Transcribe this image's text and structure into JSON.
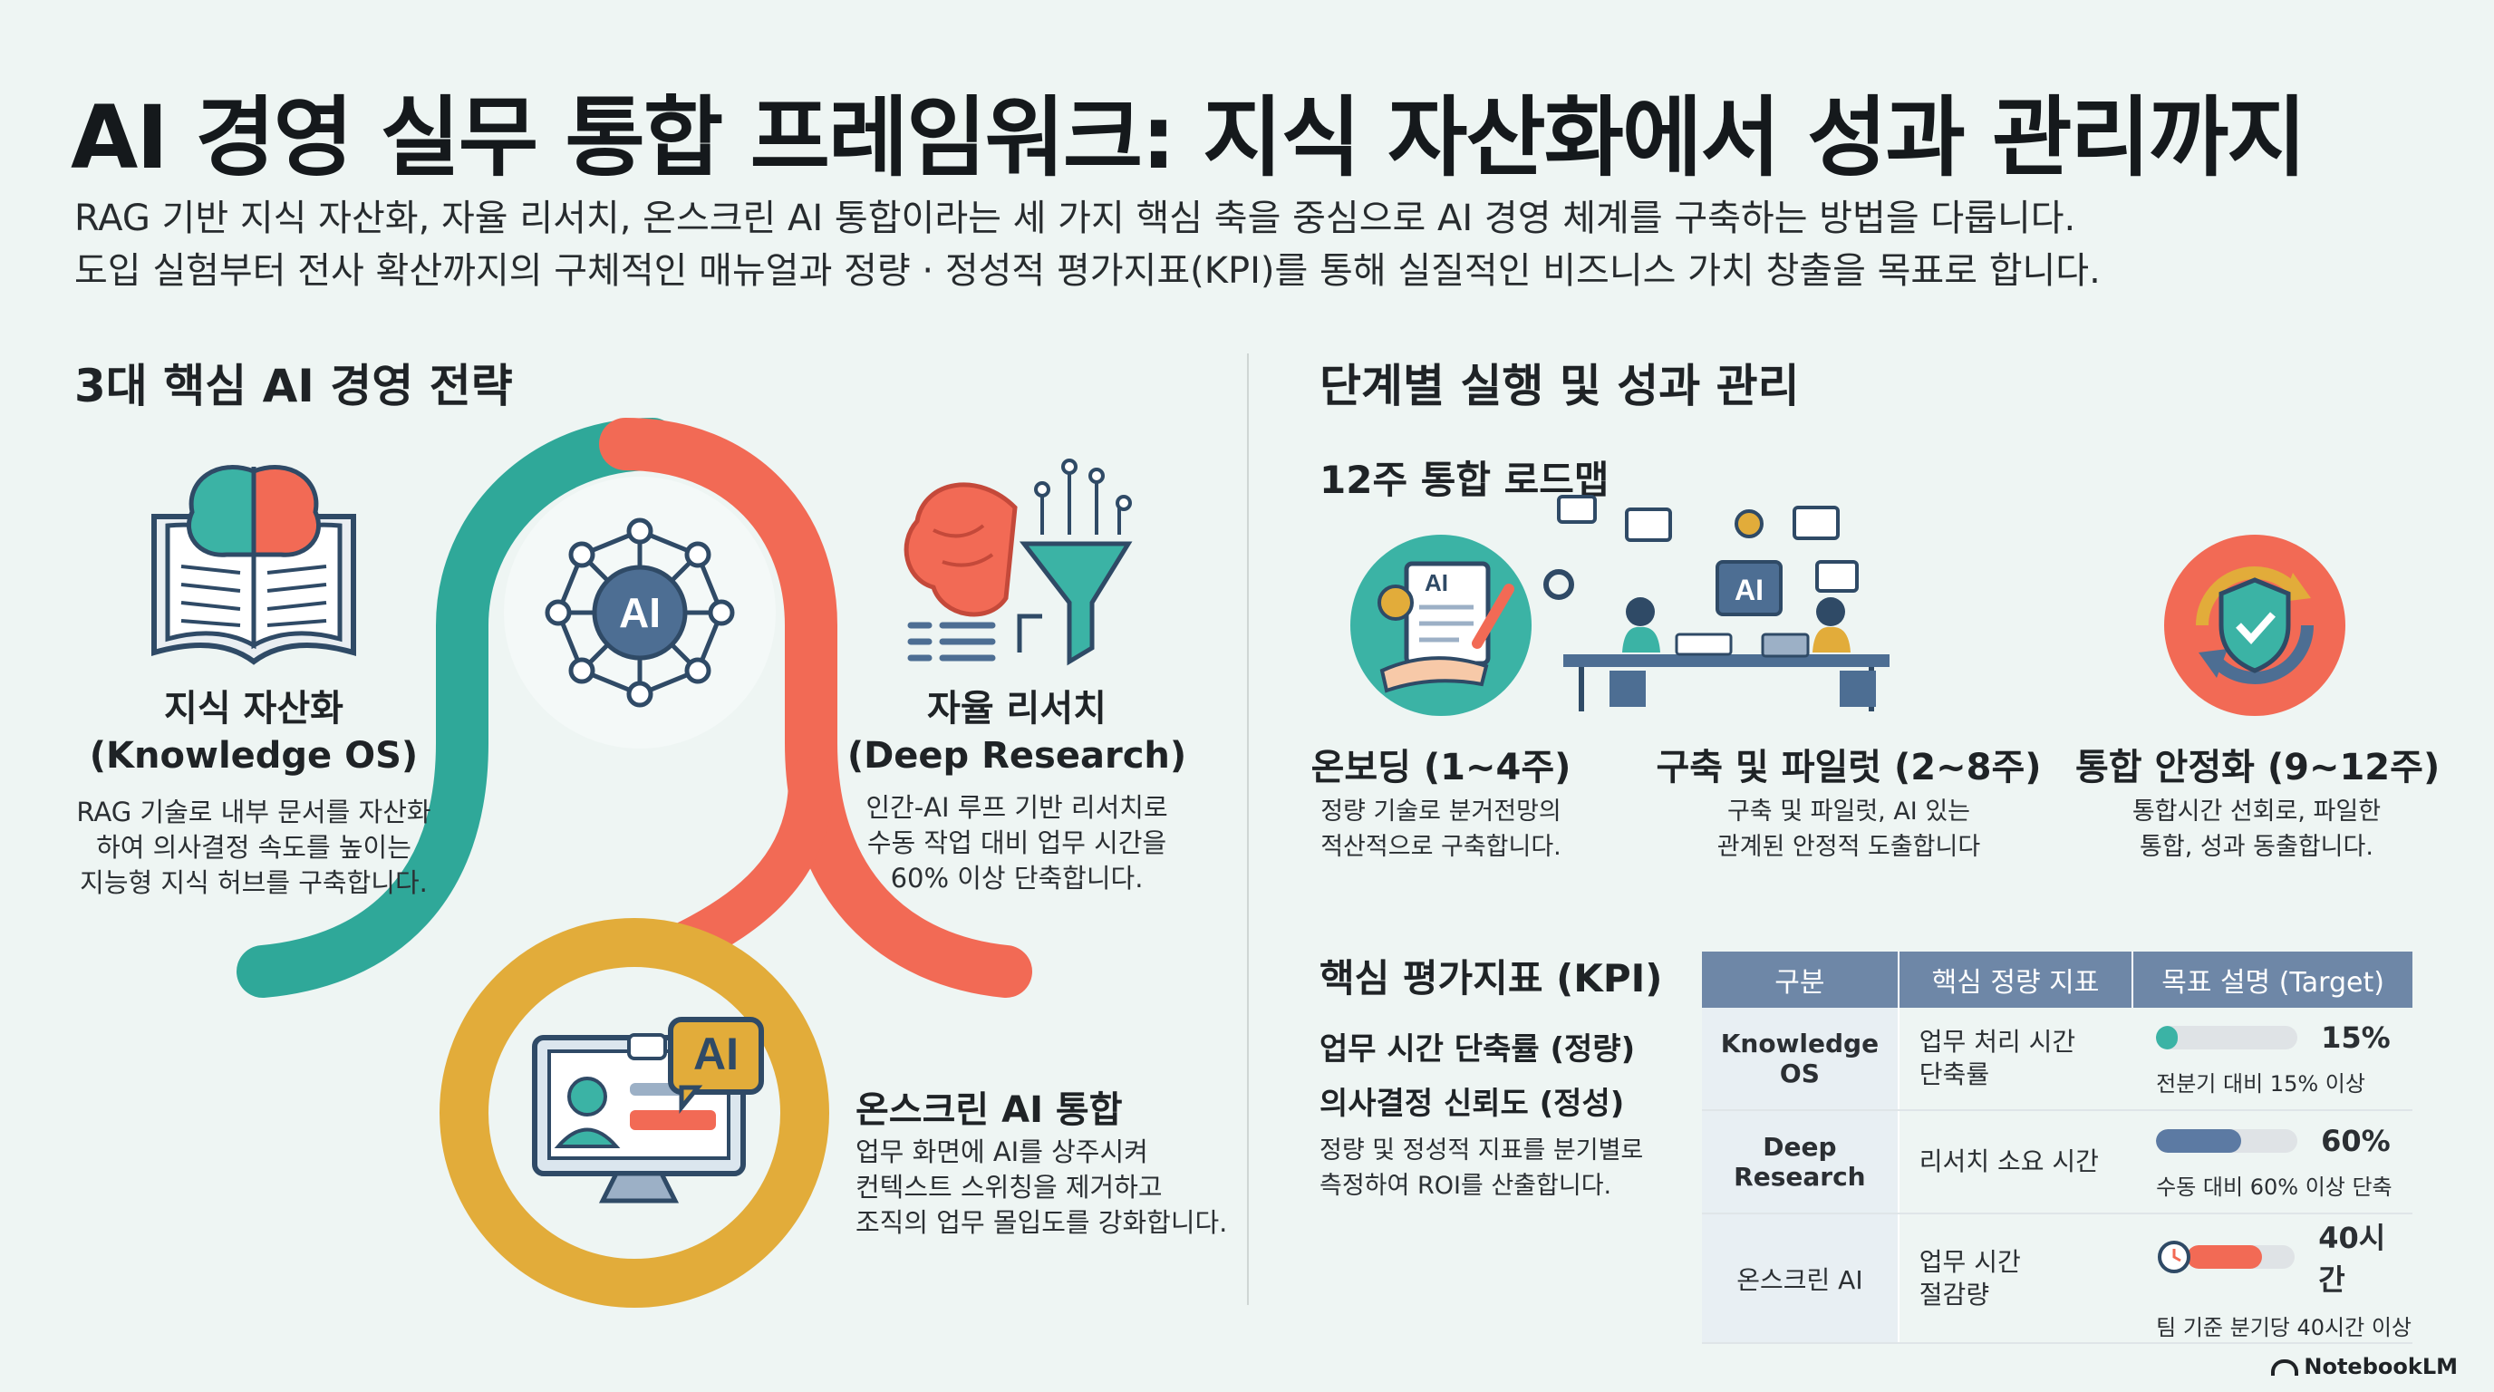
{
  "title": "AI 경영 실무 통합 프레임워크: 지식 자산화에서 성과 관리까지",
  "subtitle_1": "RAG 기반 지식 자산화, 자율 리서치, 온스크린 AI 통합이라는 세 가지 핵심 축을 중심으로 AI 경영 체계를 구축하는 방법을 다룹니다.",
  "subtitle_2": "도입 실험부터 전사 확산까지의 구체적인 매뉴얼과 정량 · 정성적 평가지표(KPI)를 통해 실질적인 비즈니스 가치 창출을 목표로 합니다.",
  "left": {
    "heading": "3대 핵심 AI 경영 전략",
    "hub_label": "AI",
    "strategies": [
      {
        "title_1": "지식 자산화",
        "title_2": "(Knowledge OS)",
        "desc": [
          "RAG 기술로 내부 문서를 자산화",
          "하여 의사결정 속도를 높이는",
          "지능형 지식 허브를 구축합니다."
        ]
      },
      {
        "title_1": "자율 리서치",
        "title_2": "(Deep Research)",
        "desc": [
          "인간-AI 루프 기반 리서치로",
          "수동 작업 대비 업무 시간을",
          "60% 이상 단축합니다."
        ]
      },
      {
        "title_1": "온스크린 AI 통합",
        "desc": [
          "업무 화면에 AI를 상주시켜",
          "컨텍스트 스위칭을 제거하고",
          "조직의 업무 몰입도를 강화합니다."
        ],
        "badge": "AI"
      }
    ],
    "colors": {
      "teal": "#2fa899",
      "coral": "#f26a55",
      "gold": "#e2ac3a",
      "navy": "#2f4a66"
    }
  },
  "right": {
    "heading": "단계별 실행 및 성과 관리",
    "roadmap_heading": "12주 통합 로드맵",
    "stages": [
      {
        "title": "온보딩 (1~4주)",
        "desc": [
          "정량 기술로 분거전망의",
          "적산적으로 구축합니다."
        ],
        "icon": "onboarding-document-icon",
        "doc_label": "AI"
      },
      {
        "title": "구축 및 파일럿 (2~8주)",
        "desc": [
          "구축 및 파일럿, AI 있는",
          "관계된 안정적 도출합니다"
        ],
        "icon": "team-workshop-icon",
        "screen_label": "AI"
      },
      {
        "title": "통합 안정화 (9~12주)",
        "desc": [
          "통합시간 선회로, 파일한",
          "통합, 성과 동출합니다."
        ],
        "icon": "shield-cycle-icon"
      }
    ],
    "kpi_heading": "핵심 평가지표 (KPI)",
    "kpi_items": [
      "업무 시간 단축률 (정량)",
      "의사결정 신뢰도 (정성)"
    ],
    "kpi_desc": [
      "정량 및 정성적 지표를 분기별로",
      "측정하여 ROI를 산출합니다."
    ],
    "table": {
      "headers": [
        "구분",
        "핵심 정량 지표",
        "목표 설명 (Target)"
      ],
      "rows": [
        {
          "name": "Knowledge OS",
          "metric": [
            "업무 처리 시간",
            "단축률"
          ],
          "value": "15%",
          "level": 0.15,
          "color": "#3bb3a5",
          "note": "전분기 대비 15% 이상"
        },
        {
          "name": "Deep Research",
          "metric": [
            "리서치 소요 시간"
          ],
          "value": "60%",
          "level": 0.6,
          "color": "#5c7aa3",
          "note": "수동 대비 60% 이상 단축"
        },
        {
          "name": "온스크린 AI",
          "metric": [
            "업무 시간",
            "절감량"
          ],
          "value": "40시간",
          "level": 0.7,
          "color": "#f26a55",
          "note": "팀 기준 분기당 40시간 이상",
          "icon": "clock-icon"
        }
      ]
    }
  },
  "brand": "NotebookLM"
}
